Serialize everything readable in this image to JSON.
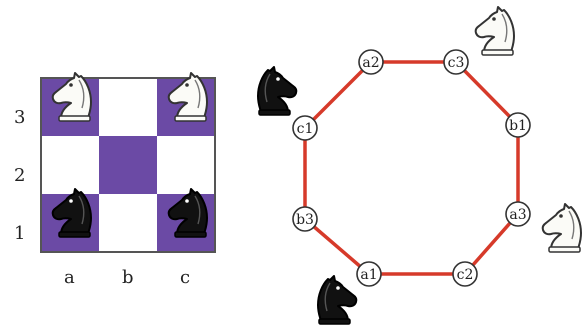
{
  "board": {
    "rank_labels": [
      "3",
      "2",
      "1"
    ],
    "file_labels": [
      "a",
      "b",
      "c"
    ],
    "dark_color": "#6b4aa5",
    "light_color": "#ffffff",
    "squares_dark": [
      "a3",
      "c3",
      "b2",
      "a1",
      "c1"
    ],
    "pieces": [
      {
        "square": "a3",
        "piece": "white-knight"
      },
      {
        "square": "c3",
        "piece": "white-knight"
      },
      {
        "square": "a1",
        "piece": "black-knight"
      },
      {
        "square": "c1",
        "piece": "black-knight"
      }
    ]
  },
  "graph": {
    "edge_color": "#d63a2a",
    "nodes": [
      "a2",
      "c3",
      "b1",
      "a3",
      "c2",
      "a1",
      "b3",
      "c1"
    ],
    "pieces": [
      {
        "node": "c3",
        "piece": "white-knight"
      },
      {
        "node": "a3",
        "piece": "white-knight"
      },
      {
        "node": "c1",
        "piece": "black-knight"
      },
      {
        "node": "a1",
        "piece": "black-knight"
      }
    ]
  },
  "icons": {
    "white_knight": "white-knight-icon",
    "black_knight": "black-knight-icon"
  }
}
